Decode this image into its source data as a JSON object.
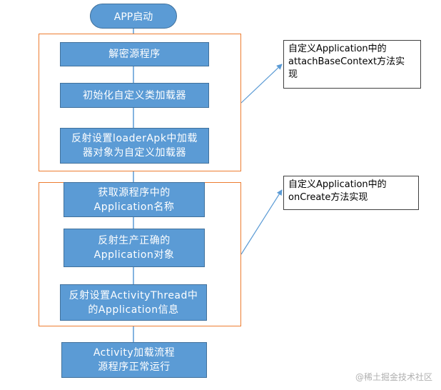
{
  "start": "APP启动",
  "group1": {
    "steps": [
      [
        "解密源程序"
      ],
      [
        "初始化自定义类加载器"
      ],
      [
        "反射设置loaderApk中加载",
        "器对象为自定义加载器"
      ]
    ],
    "note": [
      "自定义Application中的",
      "attachBaseContext方法实",
      "现"
    ]
  },
  "group2": {
    "steps": [
      [
        "获取源程序中的",
        "Application名称"
      ],
      [
        "反射生产正确的",
        "Application对象"
      ],
      [
        "反射设置ActivityThread中",
        "的Application信息"
      ]
    ],
    "note": [
      "自定义Application中的",
      "onCreate方法实现"
    ]
  },
  "final": [
    "Activity加载流程",
    "源程序正常运行"
  ],
  "watermark": "@稀土掘金技术社区",
  "colors": {
    "box_fill": "#5b9bd5",
    "box_border": "#41719c",
    "group_border": "#ed7d31",
    "connector": "#5b9bd5",
    "arrow": "#5b9bd5"
  }
}
